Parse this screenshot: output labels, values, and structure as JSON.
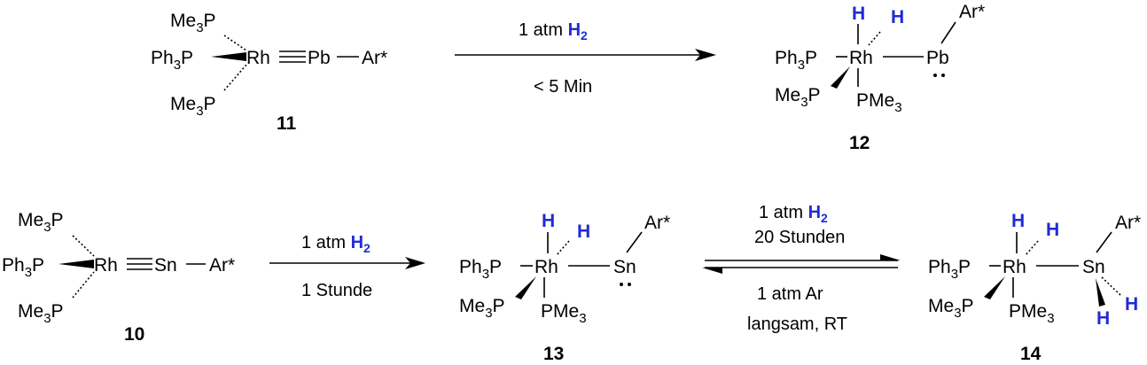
{
  "labels": {
    "me3p": "Me",
    "ph3p": "Ph",
    "sub3": "3",
    "p": "P",
    "pme": "PMe",
    "rh": "Rh",
    "pb": "Pb",
    "sn": "Sn",
    "ar": "Ar*",
    "h": "H"
  },
  "compounds": {
    "c11": "11",
    "c12": "12",
    "c10": "10",
    "c13": "13",
    "c14": "14"
  },
  "reactions": {
    "top": {
      "amount": "1 atm",
      "reagent": "H",
      "reagent_sub": "2",
      "time": "< 5 Min"
    },
    "bottom_left": {
      "amount": "1 atm",
      "reagent": "H",
      "reagent_sub": "2",
      "time": "1 Stunde"
    },
    "equilibrium": {
      "forward_amount": "1 atm",
      "forward_reagent": "H",
      "forward_reagent_sub": "2",
      "forward_time": "20 Stunden",
      "reverse_reagent": "1 atm Ar",
      "reverse_conditions": "langsam, RT"
    }
  },
  "colors": {
    "hydrogen": "#1f2bd6",
    "text": "#000000"
  }
}
